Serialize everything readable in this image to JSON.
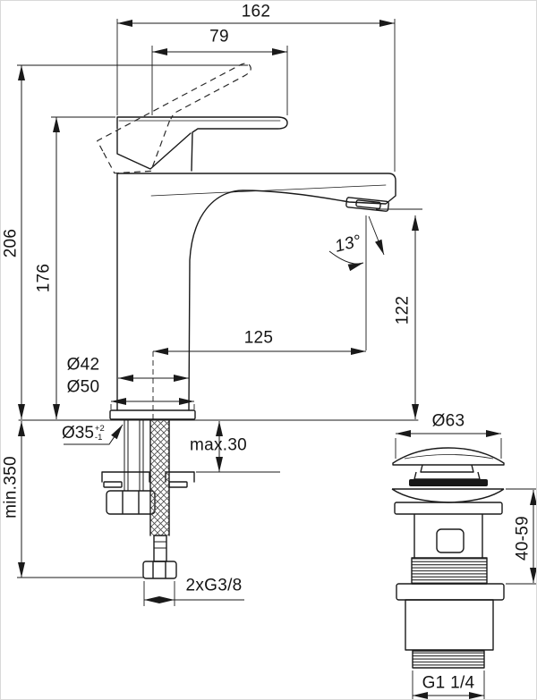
{
  "meta": {
    "drawing_type": "technical dimension drawing",
    "subject": "single-lever basin mixer with pop-up waste",
    "line_color": "#1a1a1a",
    "background_color": "#ffffff"
  },
  "labels": {
    "overall_projection": "162",
    "handle_projection": "79",
    "height_handle_raised": "206",
    "height_handle": "176",
    "hose_min_length": "min.350",
    "spout_reach": "125",
    "spout_height": "122",
    "spout_angle": "13°",
    "body_diameter": "Ø42",
    "base_diameter": "Ø50",
    "hole_diameter": "Ø35",
    "hole_tol_plus": "+2",
    "hole_tol_minus": "-1",
    "deck_thickness_max": "max.30",
    "supply_connection": "2xG3/8",
    "waste_cap_diameter": "Ø63",
    "waste_adjust_range": "40-59",
    "waste_thread": "G1 1/4"
  }
}
